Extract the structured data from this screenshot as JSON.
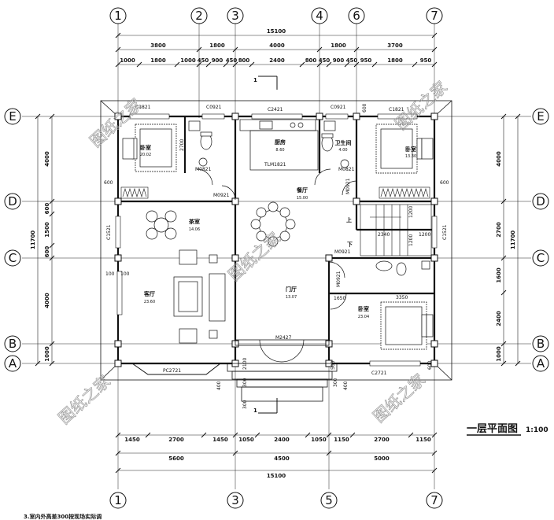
{
  "plan_title": "一层平面图",
  "plan_scale": "1:100",
  "axes": {
    "n1": "1",
    "n2": "2",
    "n3": "3",
    "n4": "4",
    "n5": "5",
    "n6": "6",
    "n7": "7",
    "A": "A",
    "B": "B",
    "C": "C",
    "D": "D",
    "E": "E"
  },
  "top_dims": {
    "total": "15100",
    "l2": [
      "3800",
      "1800",
      "4000",
      "1800",
      "3700"
    ],
    "l3": [
      "1000",
      "1800",
      "1000",
      "450",
      "900",
      "450",
      "800",
      "2400",
      "800",
      "450",
      "900",
      "450",
      "950",
      "1800",
      "950"
    ]
  },
  "bottom_dims": {
    "l1": [
      "1450",
      "2700",
      "1450",
      "1050",
      "2400",
      "1050",
      "1150",
      "2700",
      "1150"
    ],
    "l2": [
      "5600",
      "4500",
      "5000"
    ],
    "total": "15100"
  },
  "left_dims": {
    "total": "11700",
    "segs": [
      "4000",
      "600",
      "1500",
      "600",
      "4000",
      "1000"
    ]
  },
  "right_dims": {
    "total": "11700",
    "segs": [
      "4000",
      "2700",
      "1600",
      "2400",
      "1000"
    ]
  },
  "section_mark": "1",
  "rooms": {
    "bed_tl": {
      "name": "卧室",
      "area": "20.02"
    },
    "kitchen": {
      "name": "厨房",
      "area": "8.60"
    },
    "bath_tr": {
      "name": "卫生间",
      "area": "4.00"
    },
    "bed_tr": {
      "name": "卧室",
      "area": "13.30"
    },
    "dining": {
      "name": "餐厅",
      "area": "15.00"
    },
    "tea": {
      "name": "茶室",
      "area": "14.06"
    },
    "living": {
      "name": "客厅",
      "area": "23.60"
    },
    "foyer": {
      "name": "门厅",
      "area": "13.07"
    },
    "bed_br": {
      "name": "卧室",
      "area": "23.04"
    }
  },
  "openings": {
    "c1821_l": "C1821",
    "c0921_1": "C0921",
    "c2421": "C2421",
    "c0921_2": "C0921",
    "c1821_r": "C1821",
    "tlm1821": "TLM1821",
    "m0821_1": "M0821",
    "m0821_2": "M0821",
    "m0921_1": "M0921",
    "m0921_2": "M0921",
    "m0921_3": "M0921",
    "m0921_4": "M0921",
    "c1521_l": "C1521",
    "c1521_r": "C1521",
    "m2427": "M2427",
    "pc2721": "PC2721",
    "c2721": "C2721"
  },
  "misc": {
    "d2700": "2700",
    "d600a": "600",
    "d600b": "600",
    "d600c": "600",
    "d100a": "100",
    "d100b": "100",
    "d2340": "2340",
    "d1200": "1200",
    "d1200b": "1200",
    "d1200c": "1200",
    "d1650": "1650",
    "d3350": "3350",
    "d2100": "2100",
    "d300a": "300",
    "d300b": "300",
    "d300c": "300",
    "d400a": "400",
    "d400b": "400",
    "d500": "500",
    "d600d": "600",
    "up": "上",
    "down": "下"
  },
  "watermark": "图纸之家",
  "footnote": "3.室内外高差300按现场实际调"
}
